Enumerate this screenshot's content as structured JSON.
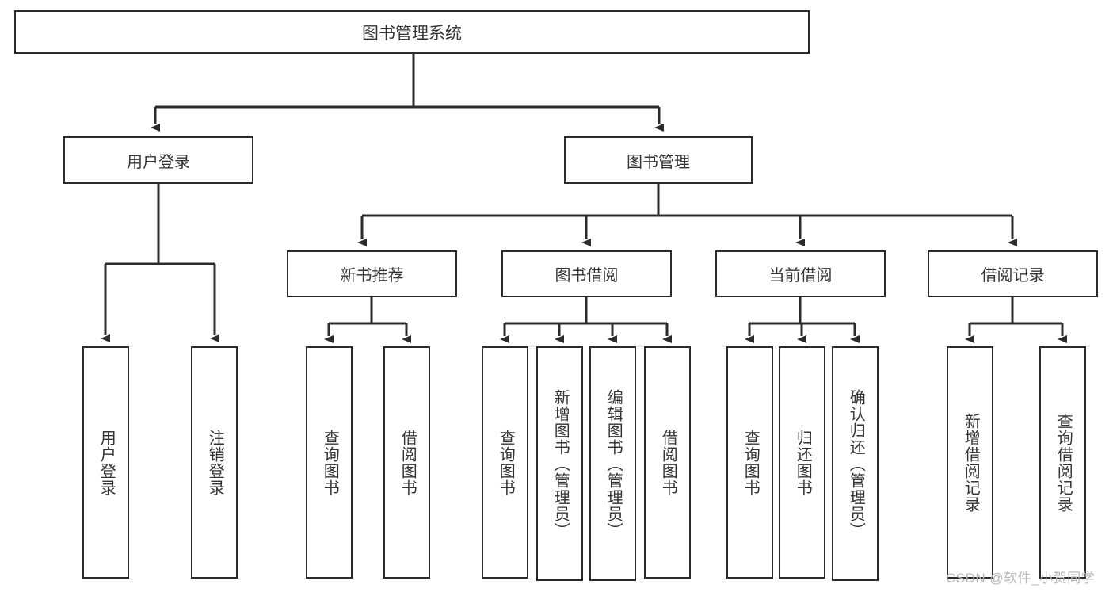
{
  "diagram": {
    "title": "图书管理系统",
    "type": "hierarchy-tree",
    "root": {
      "label": "图书管理系统"
    },
    "level2": [
      {
        "label": "用户登录"
      },
      {
        "label": "图书管理"
      }
    ],
    "level3": [
      {
        "label": "新书推荐"
      },
      {
        "label": "图书借阅"
      },
      {
        "label": "当前借阅"
      },
      {
        "label": "借阅记录"
      }
    ],
    "leaves": {
      "user_login": [
        {
          "label": "用户登录"
        },
        {
          "label": "注销登录"
        }
      ],
      "new_book_recommend": [
        {
          "label": "查询图书"
        },
        {
          "label": "借阅图书"
        }
      ],
      "book_borrow": [
        {
          "label": "查询图书"
        },
        {
          "label": "新增图书（管理员）"
        },
        {
          "label": "编辑图书（管理员）"
        },
        {
          "label": "借阅图书"
        }
      ],
      "current_borrow": [
        {
          "label": "查询图书"
        },
        {
          "label": "归还图书"
        },
        {
          "label": "确认归还（管理员）"
        }
      ],
      "borrow_record": [
        {
          "label": "新增借阅记录"
        },
        {
          "label": "查询借阅记录"
        }
      ]
    },
    "watermark": "CSDN @软件_小贺同学",
    "colors": {
      "stroke": "#2b2b2b",
      "text": "#333333",
      "background": "#ffffff",
      "watermark": "#b9b9b9"
    }
  }
}
